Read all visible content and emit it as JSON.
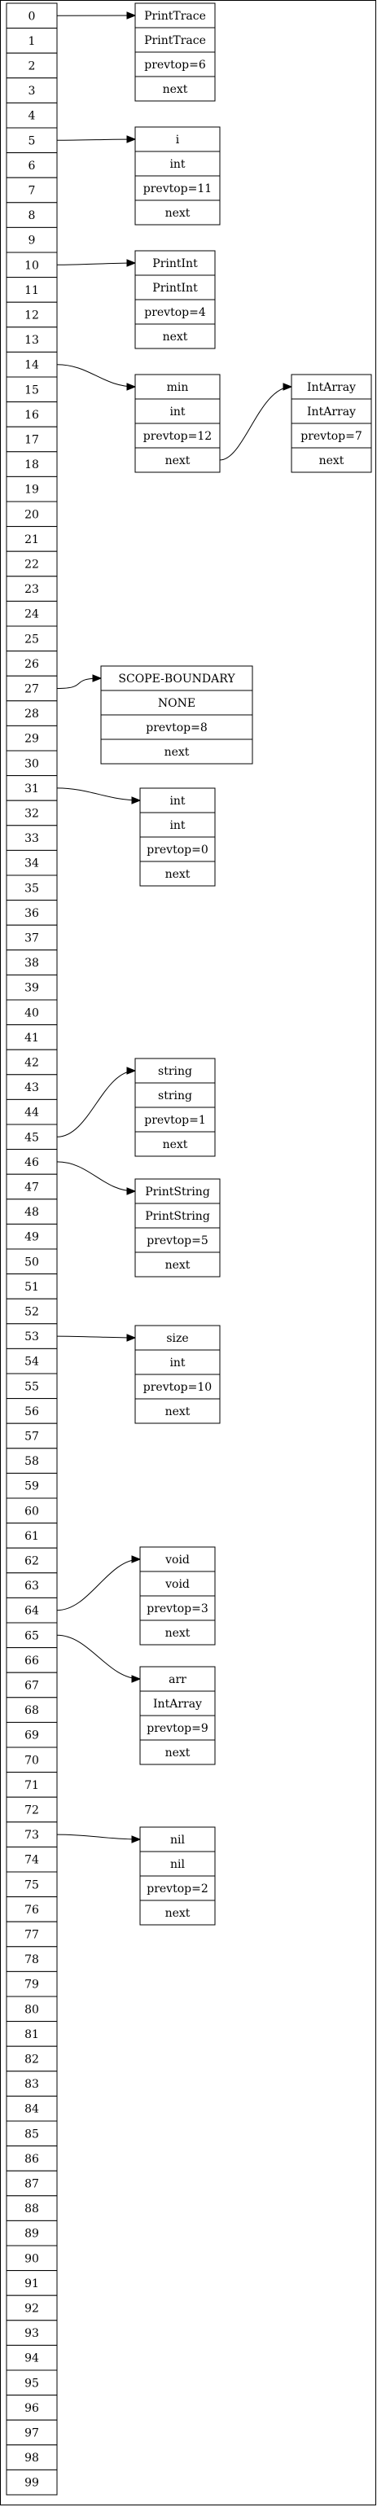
{
  "hash_table": {
    "slot_labels": [
      "0",
      "1",
      "2",
      "3",
      "4",
      "5",
      "6",
      "7",
      "8",
      "9",
      "10",
      "11",
      "12",
      "13",
      "14",
      "15",
      "16",
      "17",
      "18",
      "19",
      "20",
      "21",
      "22",
      "23",
      "24",
      "25",
      "26",
      "27",
      "28",
      "29",
      "30",
      "31",
      "32",
      "33",
      "34",
      "35",
      "36",
      "37",
      "38",
      "39",
      "40",
      "41",
      "42",
      "43",
      "44",
      "45",
      "46",
      "47",
      "48",
      "49",
      "50",
      "51",
      "52",
      "53",
      "54",
      "55",
      "56",
      "57",
      "58",
      "59",
      "60",
      "61",
      "62",
      "63",
      "64",
      "65",
      "66",
      "67",
      "68",
      "69",
      "70",
      "71",
      "72",
      "73",
      "74",
      "75",
      "76",
      "77",
      "78",
      "79",
      "80",
      "81",
      "82",
      "83",
      "84",
      "85",
      "86",
      "87",
      "88",
      "89",
      "90",
      "91",
      "92",
      "93",
      "94",
      "95",
      "96",
      "97",
      "98",
      "99"
    ]
  },
  "entries": [
    {
      "slot": 0,
      "name": "PrintTrace",
      "type": "PrintTrace",
      "prevtop": "prevtop=6",
      "next": "next"
    },
    {
      "slot": 5,
      "name": "i",
      "type": "int",
      "prevtop": "prevtop=11",
      "next": "next"
    },
    {
      "slot": 10,
      "name": "PrintInt",
      "type": "PrintInt",
      "prevtop": "prevtop=4",
      "next": "next"
    },
    {
      "slot": 14,
      "name": "min",
      "type": "int",
      "prevtop": "prevtop=12",
      "next": "next"
    },
    {
      "slot": 14,
      "name": "IntArray",
      "type": "IntArray",
      "prevtop": "prevtop=7",
      "next": "next",
      "chained_from": "min"
    },
    {
      "slot": 27,
      "name": "SCOPE-BOUNDARY",
      "type": "NONE",
      "prevtop": "prevtop=8",
      "next": "next"
    },
    {
      "slot": 31,
      "name": "int",
      "type": "int",
      "prevtop": "prevtop=0",
      "next": "next"
    },
    {
      "slot": 45,
      "name": "string",
      "type": "string",
      "prevtop": "prevtop=1",
      "next": "next"
    },
    {
      "slot": 46,
      "name": "PrintString",
      "type": "PrintString",
      "prevtop": "prevtop=5",
      "next": "next"
    },
    {
      "slot": 53,
      "name": "size",
      "type": "int",
      "prevtop": "prevtop=10",
      "next": "next"
    },
    {
      "slot": 64,
      "name": "void",
      "type": "void",
      "prevtop": "prevtop=3",
      "next": "next"
    },
    {
      "slot": 65,
      "name": "arr",
      "type": "IntArray",
      "prevtop": "prevtop=9",
      "next": "next"
    },
    {
      "slot": 73,
      "name": "nil",
      "type": "nil",
      "prevtop": "prevtop=2",
      "next": "next"
    }
  ]
}
